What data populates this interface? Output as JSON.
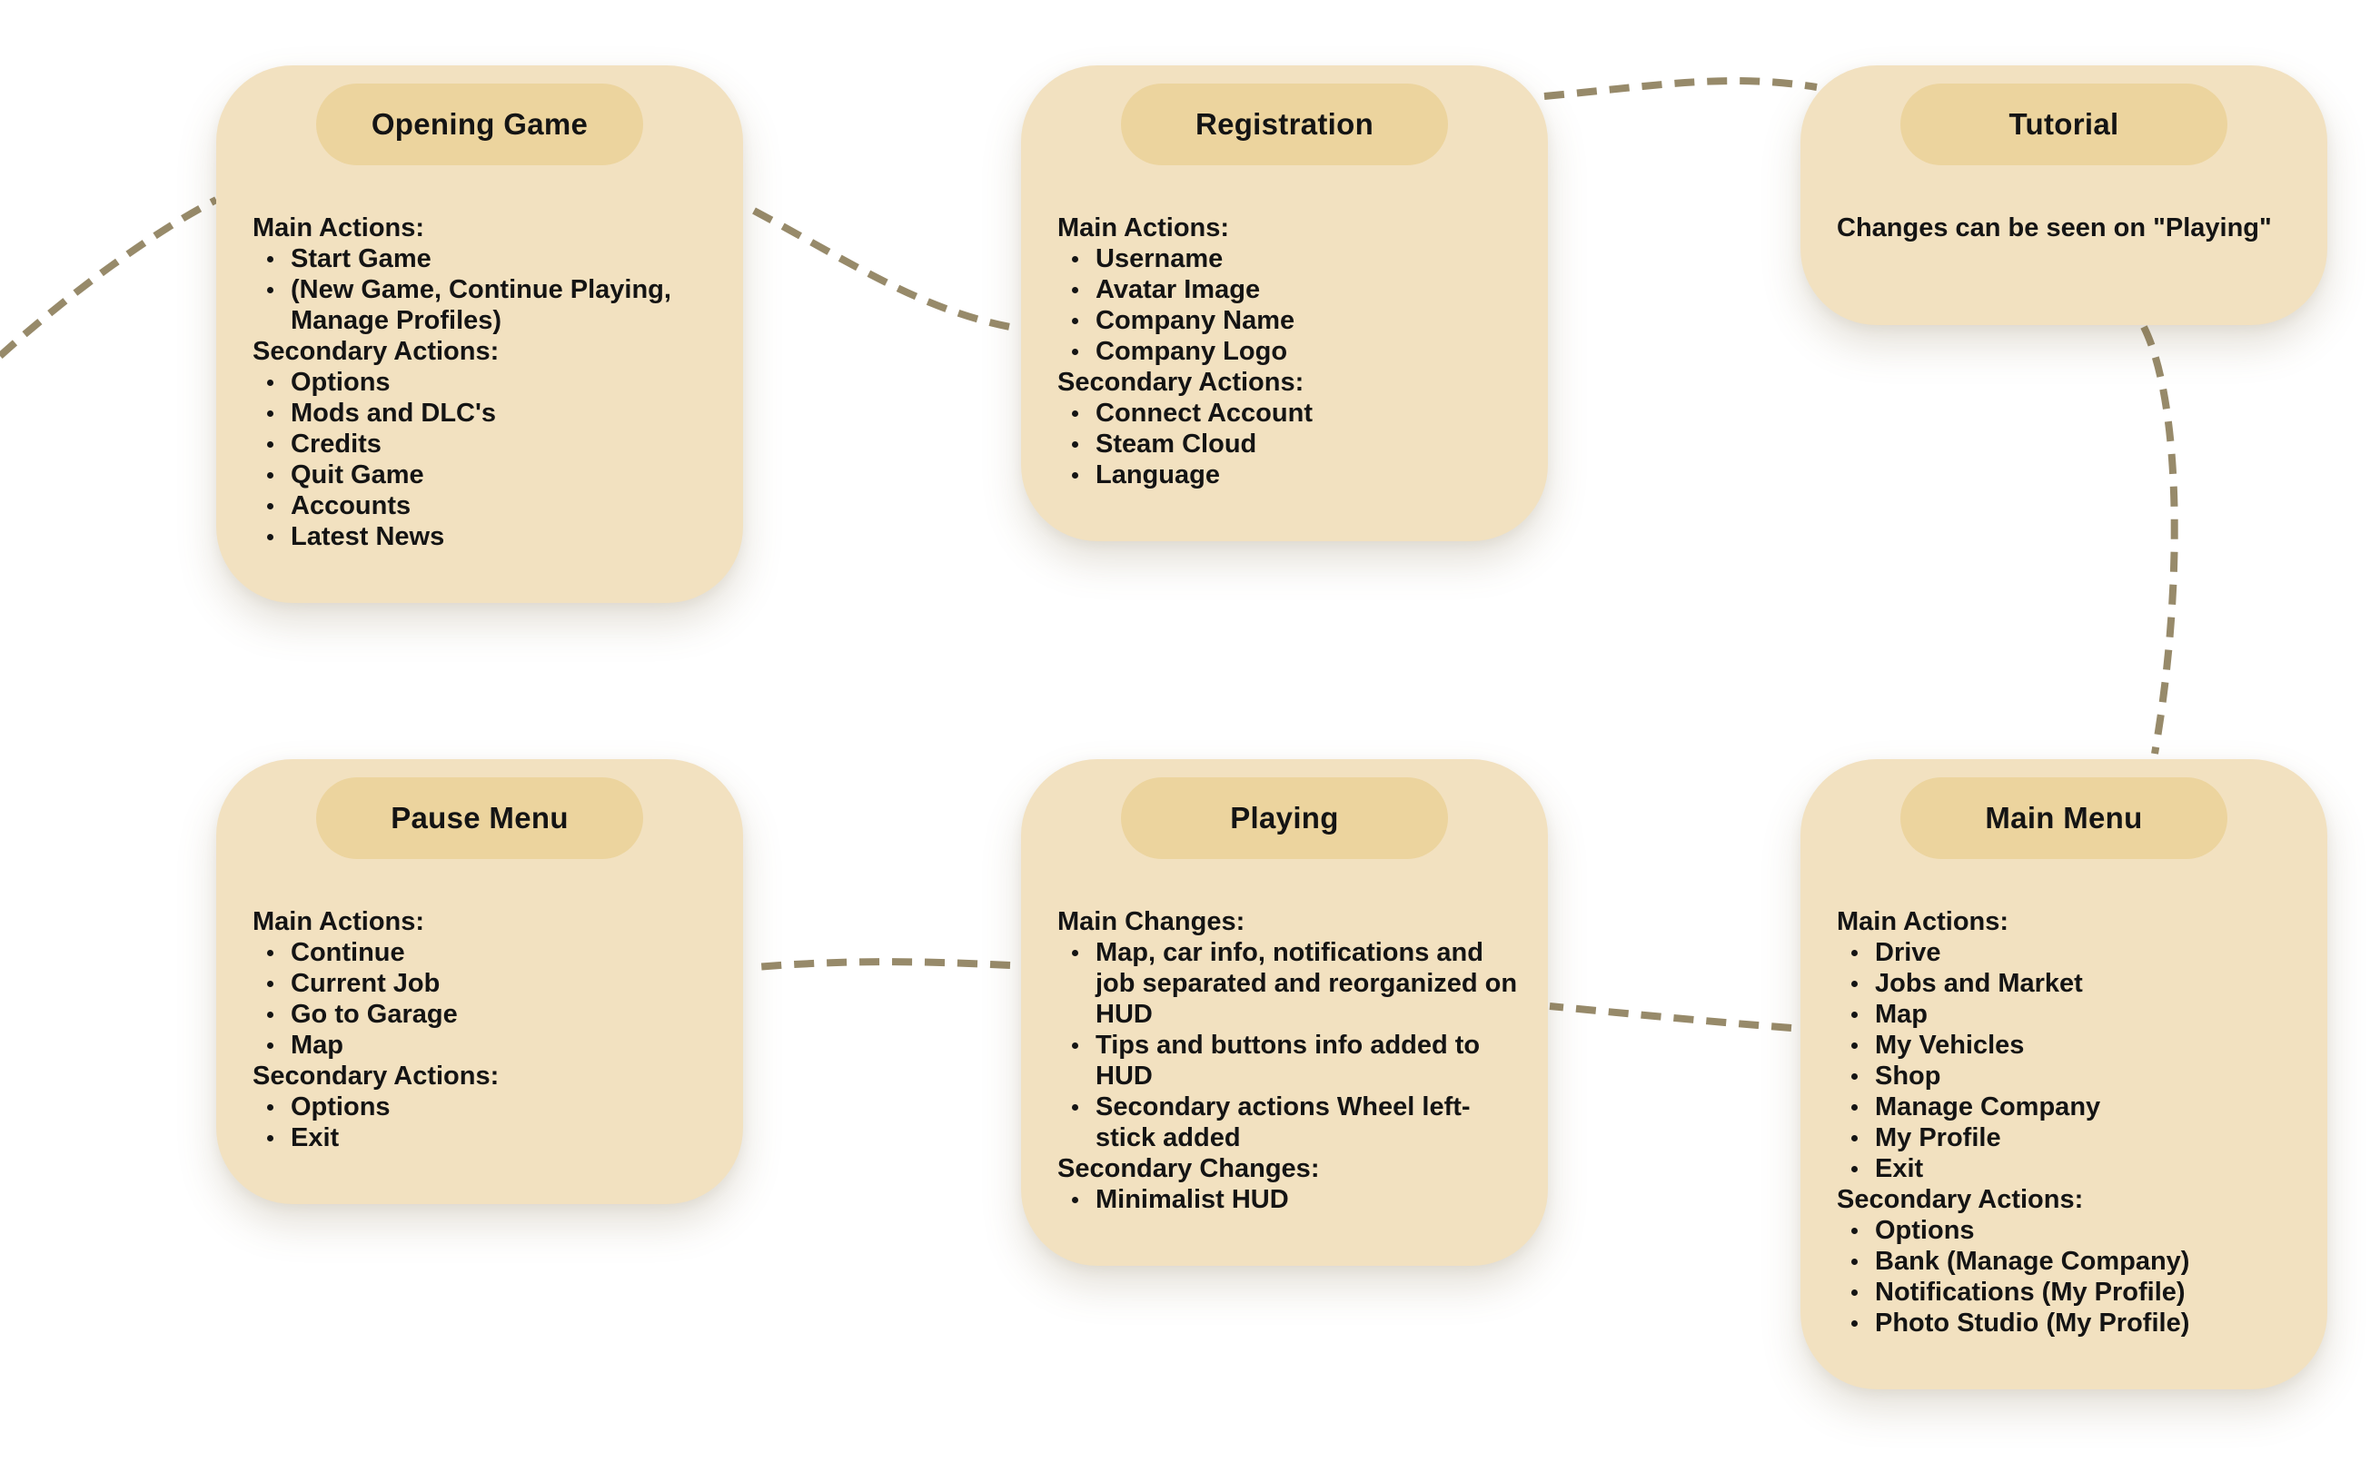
{
  "cards": {
    "opening_game": {
      "title": "Opening Game",
      "main_label": "Main Actions:",
      "main_items": [
        "Start Game",
        "(New Game, Continue Playing, Manage Profiles)"
      ],
      "secondary_label": "Secondary Actions:",
      "secondary_items": [
        "Options",
        "Mods and DLC's",
        "Credits",
        "Quit Game",
        "Accounts",
        "Latest News"
      ]
    },
    "registration": {
      "title": "Registration",
      "main_label": "Main Actions:",
      "main_items": [
        "Username",
        "Avatar Image",
        "Company Name",
        "Company Logo"
      ],
      "secondary_label": "Secondary Actions:",
      "secondary_items": [
        "Connect Account",
        "Steam Cloud",
        "Language"
      ]
    },
    "tutorial": {
      "title": "Tutorial",
      "text": "Changes can be seen on \"Playing\""
    },
    "pause_menu": {
      "title": "Pause Menu",
      "main_label": "Main Actions:",
      "main_items": [
        "Continue",
        "Current Job",
        "Go to Garage",
        "Map"
      ],
      "secondary_label": "Secondary Actions:",
      "secondary_items": [
        "Options",
        "Exit"
      ]
    },
    "playing": {
      "title": "Playing",
      "main_label": "Main Changes:",
      "main_items": [
        "Map, car info, notifications and job separated and reorganized on HUD",
        "Tips and buttons info added to HUD",
        "Secondary actions Wheel left-stick added"
      ],
      "secondary_label": "Secondary Changes:",
      "secondary_items": [
        "Minimalist HUD"
      ]
    },
    "main_menu": {
      "title": "Main Menu",
      "main_label": "Main Actions:",
      "main_items": [
        "Drive",
        "Jobs and Market",
        "Map",
        "My Vehicles",
        "Shop",
        "Manage Company",
        "My Profile",
        "Exit"
      ],
      "secondary_label": "Secondary Actions:",
      "secondary_items": [
        "Options",
        "Bank (Manage Company)",
        "Notifications (My Profile)",
        "Photo Studio (My Profile)"
      ]
    }
  },
  "colors": {
    "card_fill": "#f2e1c0",
    "pill_fill": "#ecd49e",
    "connector": "#978a6a",
    "text": "#141414"
  }
}
